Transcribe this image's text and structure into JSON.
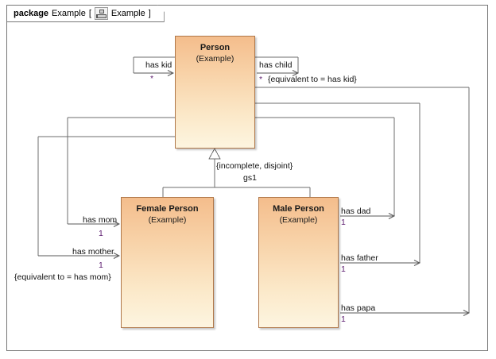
{
  "package": {
    "keyword": "package",
    "name": "Example",
    "bracket_open": "[",
    "icon": "diagram-icon",
    "diagram_name": "Example",
    "bracket_close": "]"
  },
  "classes": [
    {
      "id": "person",
      "name": "Person",
      "stereotype": "(Example)"
    },
    {
      "id": "female",
      "name": "Female Person",
      "stereotype": "(Example)"
    },
    {
      "id": "male",
      "name": "Male Person",
      "stereotype": "(Example)"
    }
  ],
  "associations": [
    {
      "id": "has_kid",
      "label": "has kid",
      "multiplicity": "*",
      "constraint": ""
    },
    {
      "id": "has_child",
      "label": "has child",
      "multiplicity": "*",
      "constraint": "{equivalent to = has kid}"
    },
    {
      "id": "has_mom",
      "label": "has mom",
      "multiplicity": "1",
      "constraint": ""
    },
    {
      "id": "has_mother",
      "label": "has mother",
      "multiplicity": "1",
      "constraint": "{equivalent to = has mom}"
    },
    {
      "id": "has_dad",
      "label": "has dad",
      "multiplicity": "1",
      "constraint": ""
    },
    {
      "id": "has_father",
      "label": "has father",
      "multiplicity": "1",
      "constraint": ""
    },
    {
      "id": "has_papa",
      "label": "has papa",
      "multiplicity": "1",
      "constraint": ""
    }
  ],
  "generalization_set": {
    "constraint": "{incomplete, disjoint}",
    "name": "gs1"
  },
  "colors": {
    "class_fill_top": "#f4bd8c",
    "class_fill_bottom": "#fdf5e0",
    "class_border": "#b0784a",
    "line": "#6e6e6e",
    "frame_border": "#777777",
    "multiplicity_text": "#5b1b6e"
  }
}
